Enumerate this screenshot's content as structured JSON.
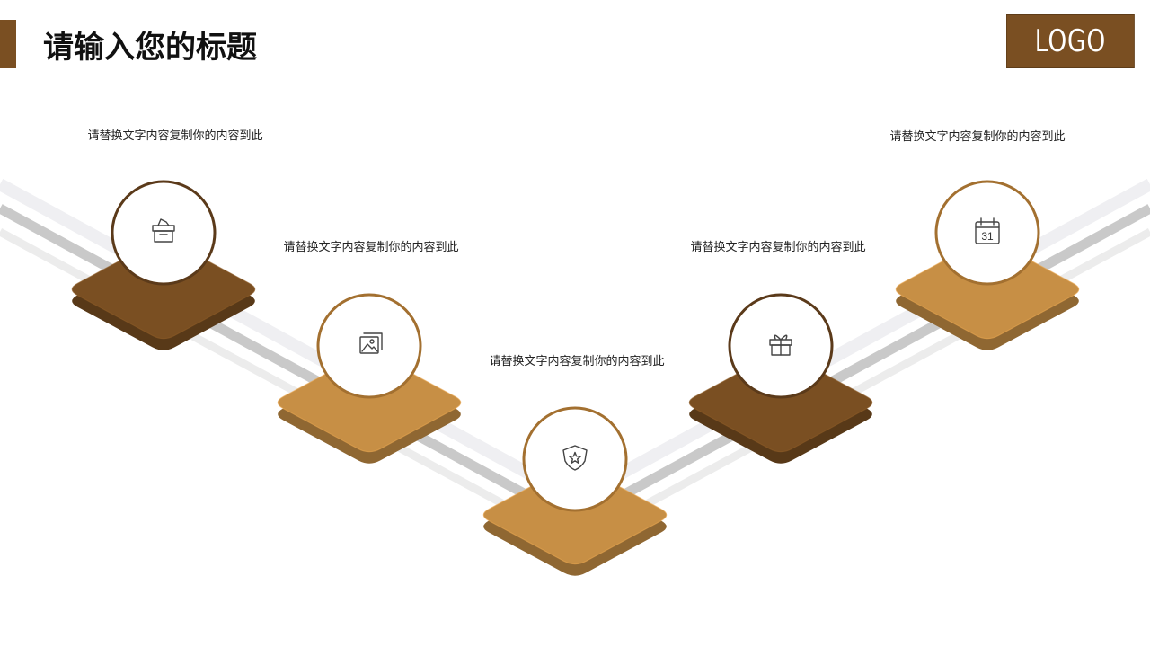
{
  "header": {
    "title": "请输入您的标题",
    "logo_text": "LOGO"
  },
  "colors": {
    "accent": "#7a4f22",
    "dark_tile": "#7a4f22",
    "light_tile": "#c78f45",
    "ring_dark": "#5b3a1a",
    "ring_light": "#a37030",
    "track": "#cfcfcf",
    "track_light": "#ececef"
  },
  "steps": [
    {
      "caption": "请替换文字内容复制你的内容到此",
      "icon": "archive-box-icon",
      "tone": "dark"
    },
    {
      "caption": "请替换文字内容复制你的内容到此",
      "icon": "image-gallery-icon",
      "tone": "light"
    },
    {
      "caption": "请替换文字内容复制你的内容到此",
      "icon": "shield-star-icon",
      "tone": "light"
    },
    {
      "caption": "请替换文字内容复制你的内容到此",
      "icon": "gift-icon",
      "tone": "dark"
    },
    {
      "caption": "请替换文字内容复制你的内容到此",
      "icon": "calendar-icon",
      "tone": "light",
      "icon_text": "31"
    }
  ]
}
